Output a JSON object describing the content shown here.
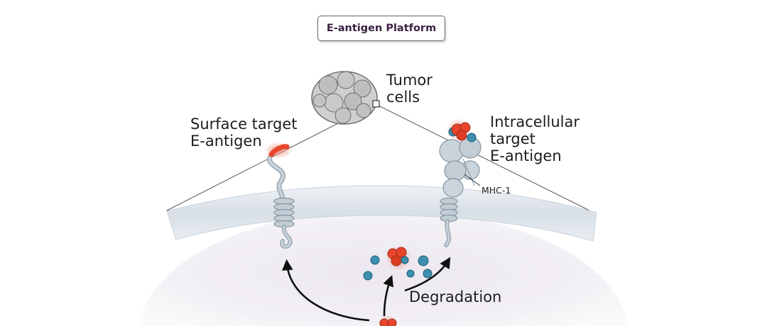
{
  "title": "E-antigen Platform",
  "labels": {
    "tumor": [
      "Tumor",
      "cells"
    ],
    "surface": [
      "Surface target",
      "E-antigen"
    ],
    "intracellular": [
      "Intracellular",
      "target",
      "E-antigen"
    ],
    "mhc": "MHC-1",
    "degradation": "Degradation"
  },
  "colors": {
    "membrane": "#dde4ea",
    "protein": "#b9c5ce",
    "antigen": "#e8452c",
    "peptide": "#3c8fae",
    "cell_interior": "#f1eef4",
    "arrow": "#111111"
  }
}
